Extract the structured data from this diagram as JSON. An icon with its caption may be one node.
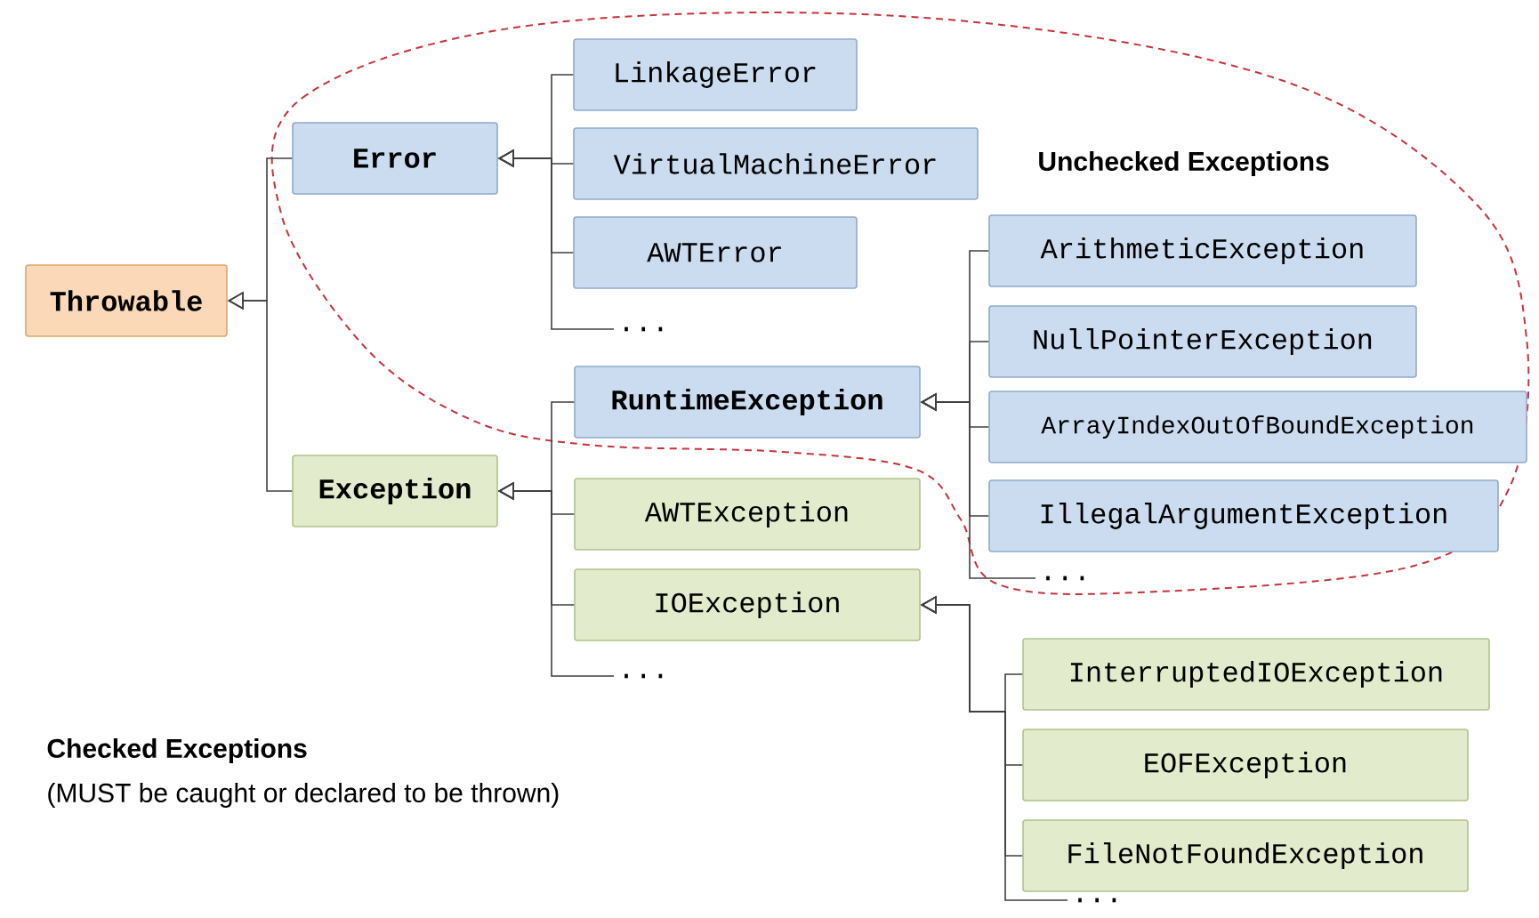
{
  "diagram": {
    "nodes": [
      {
        "text": [
          "Throwable"
        ]
      },
      {
        "text": [
          "Error"
        ]
      },
      {
        "text": [
          "Exception"
        ]
      },
      {
        "text": [
          "LinkageError"
        ]
      },
      {
        "text": [
          "VirtualMachineError"
        ]
      },
      {
        "text": [
          "AWTError"
        ]
      },
      {
        "text": [
          "..."
        ]
      },
      {
        "text": [
          "RuntimeException"
        ]
      },
      {
        "text": [
          "ArithmeticException"
        ]
      },
      {
        "text": [
          "NullPointerException"
        ]
      },
      {
        "text": [
          "ArrayIndexOutOfBoundException"
        ]
      },
      {
        "text": [
          "IllegalArgumentException"
        ]
      },
      {
        "text": [
          "..."
        ]
      },
      {
        "text": [
          "AWTException"
        ]
      },
      {
        "text": [
          "IOException"
        ]
      },
      {
        "text": [
          "..."
        ]
      },
      {
        "text": [
          "InterruptedIOException"
        ]
      },
      {
        "text": [
          "EOFException"
        ]
      },
      {
        "text": [
          "FileNotFoundException"
        ]
      },
      {
        "text": [
          "..."
        ]
      }
    ],
    "edges": [
      {
        "from": 1,
        "to": 0,
        "arrow": "to"
      },
      {
        "from": 2,
        "to": 0,
        "arrow": "to"
      },
      {
        "from": 3,
        "to": 1,
        "arrow": "to"
      },
      {
        "from": 4,
        "to": 1,
        "arrow": "to"
      },
      {
        "from": 5,
        "to": 1,
        "arrow": "to"
      },
      {
        "from": 6,
        "to": 1,
        "arrow": "to"
      },
      {
        "from": 8,
        "to": 7,
        "arrow": "to"
      },
      {
        "from": 9,
        "to": 7,
        "arrow": "to"
      },
      {
        "from": 10,
        "to": 7,
        "arrow": "to"
      },
      {
        "from": 11,
        "to": 7,
        "arrow": "to"
      },
      {
        "from": 12,
        "to": 7,
        "arrow": "to"
      },
      {
        "from": 7,
        "to": 2,
        "arrow": "to"
      },
      {
        "from": 13,
        "to": 2,
        "arrow": "to"
      },
      {
        "from": 14,
        "to": 2,
        "arrow": "to"
      },
      {
        "from": 15,
        "to": 2,
        "arrow": "to"
      },
      {
        "from": 16,
        "to": 14,
        "arrow": "to"
      },
      {
        "from": 17,
        "to": 14,
        "arrow": "to"
      },
      {
        "from": 18,
        "to": 14,
        "arrow": "to"
      },
      {
        "from": 19,
        "to": 14,
        "arrow": "to"
      }
    ],
    "labels": [
      "Unchecked Exceptions",
      "Checked Exceptions",
      "(MUST be caught or declared to be thrown)"
    ]
  }
}
